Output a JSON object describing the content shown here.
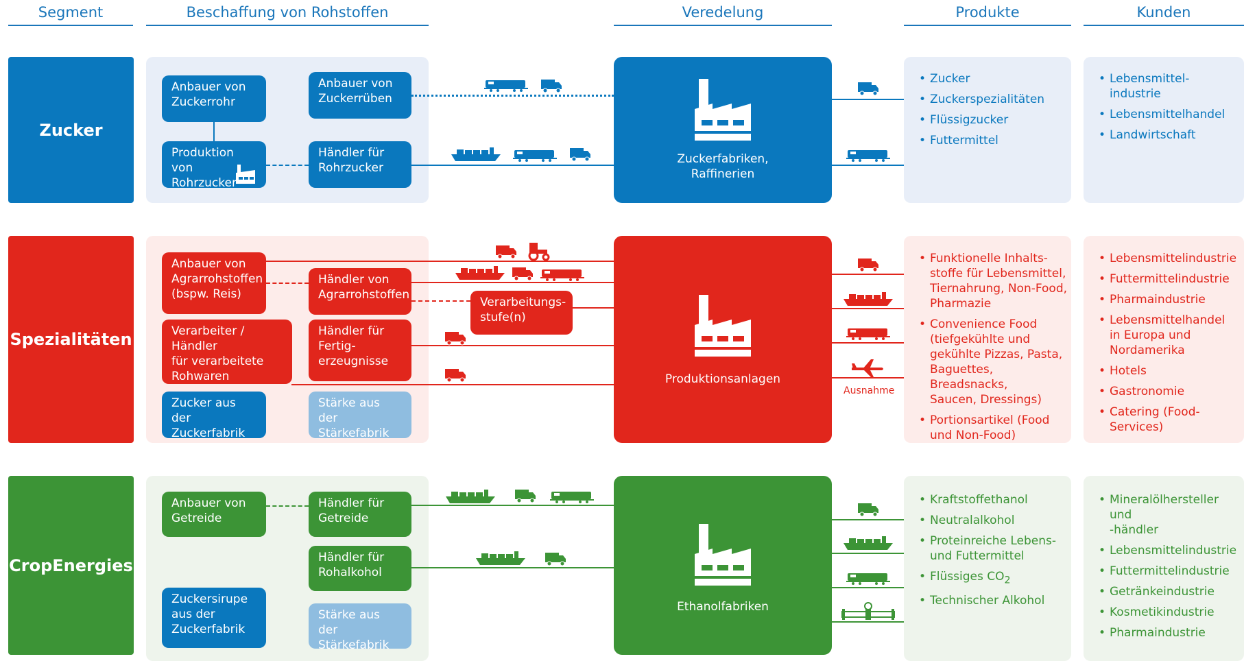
{
  "colors": {
    "blue": "#0a78be",
    "blue_light": "#e8eef8",
    "red": "#e1261c",
    "red_light": "#fdecea",
    "green": "#3c9436",
    "green_light": "#eef4ec",
    "light_blue_box": "#8fbde0"
  },
  "headers": {
    "segment": "Segment",
    "procurement": "Beschaffung von Rohstoffen",
    "refinement": "Veredelung",
    "products": "Produkte",
    "customers": "Kunden"
  },
  "zucker": {
    "segment": "Zucker",
    "box1": "Anbauer von\nZuckerrohr",
    "box2": "Anbauer von\nZuckerrüben",
    "box3": "Produktion von\nRohrzucker",
    "box4": "Händler für\nRohrzucker",
    "factory": "Zuckerfabriken,\nRaffinerien",
    "products": [
      "Zucker",
      "Zuckerspezialitäten",
      "Flüssigzucker",
      "Futtermittel"
    ],
    "customers": [
      "Lebensmittel-\nindustrie",
      "Lebensmittelhandel",
      "Landwirtschaft"
    ]
  },
  "spez": {
    "segment": "Spezialitäten",
    "box1": "Anbauer von\nAgrarrohstoffen\n(bspw. Reis)",
    "box2": "Händler von\nAgrarrohstoffen",
    "box3": "Verarbeiter / Händler\nfür verarbeitete\nRohwaren",
    "box4": "Händler für\nFertig-\nerzeugnisse",
    "box5": "Zucker aus der\nZuckerfabrik",
    "box6": "Stärke aus der\nStärkefabrik",
    "processing": "Verarbeitungs-\nstufe(n)",
    "factory": "Produktionsanlagen",
    "exception": "Ausnahme",
    "products": [
      "Funktionelle Inhalts-\nstoffe für Lebensmittel,\nTiernahrung, Non-Food,\nPharmazie",
      "Convenience Food\n(tiefgekühlte und\ngekühlte Pizzas, Pasta,\nBaguettes, Breadsnacks,\nSaucen, Dressings)",
      "Portionsartikel (Food\nund Non-Food)"
    ],
    "customers": [
      "Lebensmittelindustrie",
      "Futtermittelindustrie",
      "Pharmaindustrie",
      "Lebensmittelhandel\nin Europa und\nNordamerika",
      "Hotels",
      "Gastronomie",
      "Catering (Food-Services)"
    ]
  },
  "crop": {
    "segment": "CropEnergies",
    "box1": "Anbauer von\nGetreide",
    "box2": "Händler für\nGetreide",
    "box3": "Händler für\nRohalkohol",
    "box4": "Zuckersirupe\naus der\nZuckerfabrik",
    "box5": "Stärke aus der\nStärkefabrik",
    "factory": "Ethanolfabriken",
    "products": [
      "Kraftstoffethanol",
      "Neutralalkohol",
      "Proteinreiche Lebens-\nund Futtermittel",
      "Flüssiges CO",
      "Technischer Alkohol"
    ],
    "co2_sub": "2",
    "customers": [
      "Mineralölhersteller und\n-händler",
      "Lebensmittelindustrie",
      "Futtermittelindustrie",
      "Getränkeindustrie",
      "Kosmetikindustrie",
      "Pharmaindustrie"
    ]
  },
  "icons": [
    "factory-icon",
    "truck-icon",
    "train-icon",
    "ship-icon",
    "tractor-icon",
    "plane-icon",
    "pipeline-icon"
  ]
}
